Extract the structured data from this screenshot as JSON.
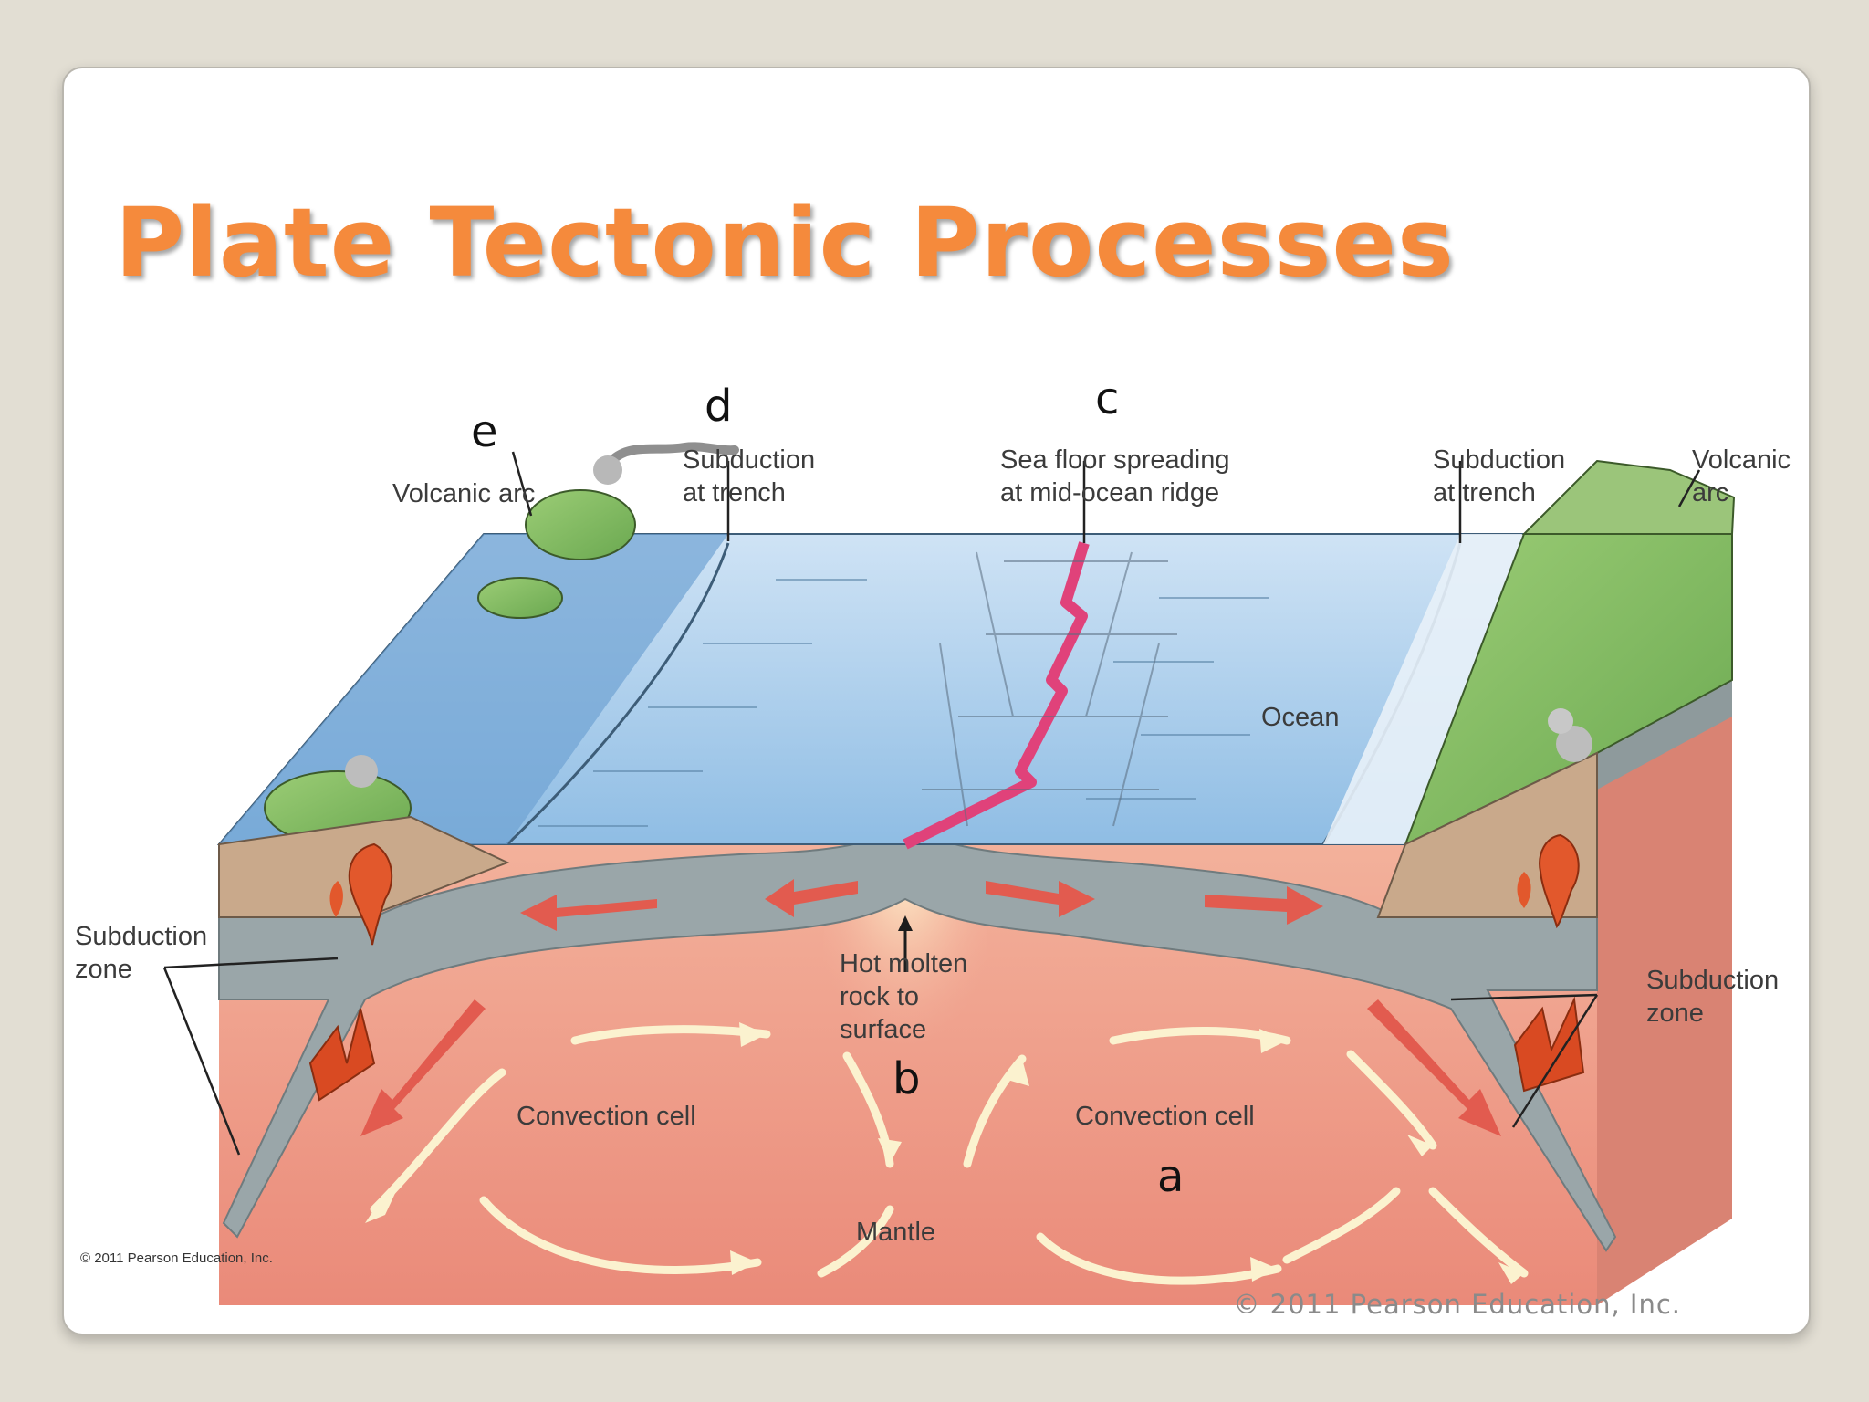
{
  "slide": {
    "title": "Plate Tectonic Processes",
    "footer_copyright": "© 2011 Pearson Education, Inc."
  },
  "diagram": {
    "letters": {
      "a": "a",
      "b": "b",
      "c": "c",
      "d": "d",
      "e": "e"
    },
    "labels": {
      "volcanic_arc_left": "Volcanic arc",
      "subduction_trench_left_1": "Subduction",
      "subduction_trench_left_2": "at trench",
      "sea_floor_1": "Sea floor spreading",
      "sea_floor_2": "at mid-ocean ridge",
      "subduction_trench_right_1": "Subduction",
      "subduction_trench_right_2": "at trench",
      "volcanic_arc_right_1": "Volcanic",
      "volcanic_arc_right_2": "arc",
      "ocean": "Ocean",
      "subduction_zone_left_1": "Subduction",
      "subduction_zone_left_2": "zone",
      "subduction_zone_right_1": "Subduction",
      "subduction_zone_right_2": "zone",
      "hot_molten_1": "Hot molten",
      "hot_molten_2": "rock to",
      "hot_molten_3": "surface",
      "convection_left": "Convection cell",
      "convection_right": "Convection cell",
      "mantle": "Mantle",
      "image_credit": "© 2011 Pearson Education, Inc."
    },
    "colors": {
      "ocean": "#7fb4e2",
      "mantle": "#ee9a84",
      "plate": "#9aa9ad",
      "land": "#8cc46b",
      "magma": "#e2582c",
      "ridge": "#e0427a",
      "arrow": "#e25b4f",
      "convection_arrow": "#fbf2cf"
    }
  }
}
